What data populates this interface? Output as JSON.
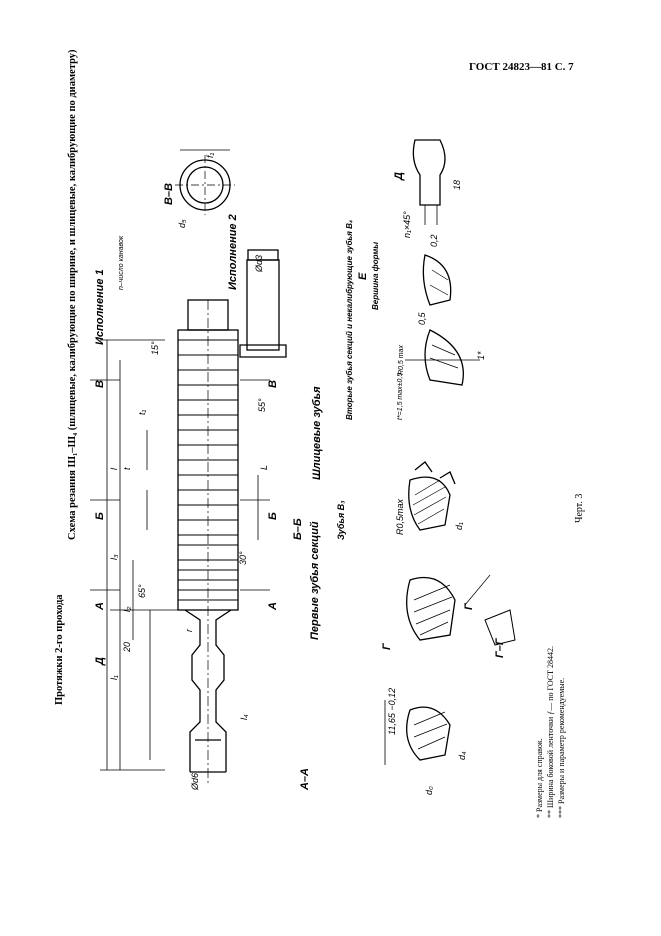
{
  "header": {
    "page_ref": "ГОСТ 24823—81 С. 7"
  },
  "titles": {
    "main": "Протяжки 2-го прохода",
    "scheme": "Схема резания Ш₁–Ш₄ (шлицевые, калибрующие по ширине, и шлицевые, калибрующие по диаметру)"
  },
  "footnotes": [
    "*  Размеры для справок.",
    "**  Ширина боковой ленточки ƒ— по ГОСТ 28442.",
    "***  Размеры и параметр рекомендуемые."
  ],
  "figure_caption": "Черт. 3",
  "labels": {
    "section_AA": "А–А",
    "section_BB": "Б–Б",
    "section_VV": "В–В",
    "section_GG": "Г–Г",
    "view_D": "Д",
    "view_E": "Е",
    "variant_1": "Исполнение 1",
    "variant_2": "Исполнение 2",
    "first_teeth": "Первые зубья секций",
    "spline_teeth": "Шлицевые зубья",
    "teeth_B3": "Зубья В₃",
    "second_teeth": "Вторые зубья секций и некалибрующие зубья В₄",
    "tip_form": "Вершина формы",
    "marker_A": "А",
    "marker_B": "Б",
    "marker_V": "В",
    "marker_G": "Г",
    "marker_D": "Д"
  },
  "dims": {
    "d6": "Ød6",
    "d3": "Ød3",
    "d5": "d₅",
    "d4": "d₄",
    "d0": "d₀",
    "d1": "d₁",
    "l1": "l₁",
    "l2": "l₂",
    "l3": "l₃",
    "l4": "l₄",
    "l": "l",
    "L": "L",
    "t": "t",
    "t1": "t₁",
    "r": "r",
    "a20": "20",
    "a65": "65°",
    "a55": "55°",
    "a30": "30°",
    "a15": "15°",
    "rmax": "R0,5max",
    "bevel": "11,65 −0,12",
    "r05": "0,5",
    "r02": "0,2",
    "r1": "1*",
    "n_grooves": "n–число канавок",
    "chamfer": "t*=1,5 max±0,5",
    "r005": "R0,5 max",
    "h18": "18",
    "nx45": "n₁×45°",
    "d_ref": "f₁"
  }
}
